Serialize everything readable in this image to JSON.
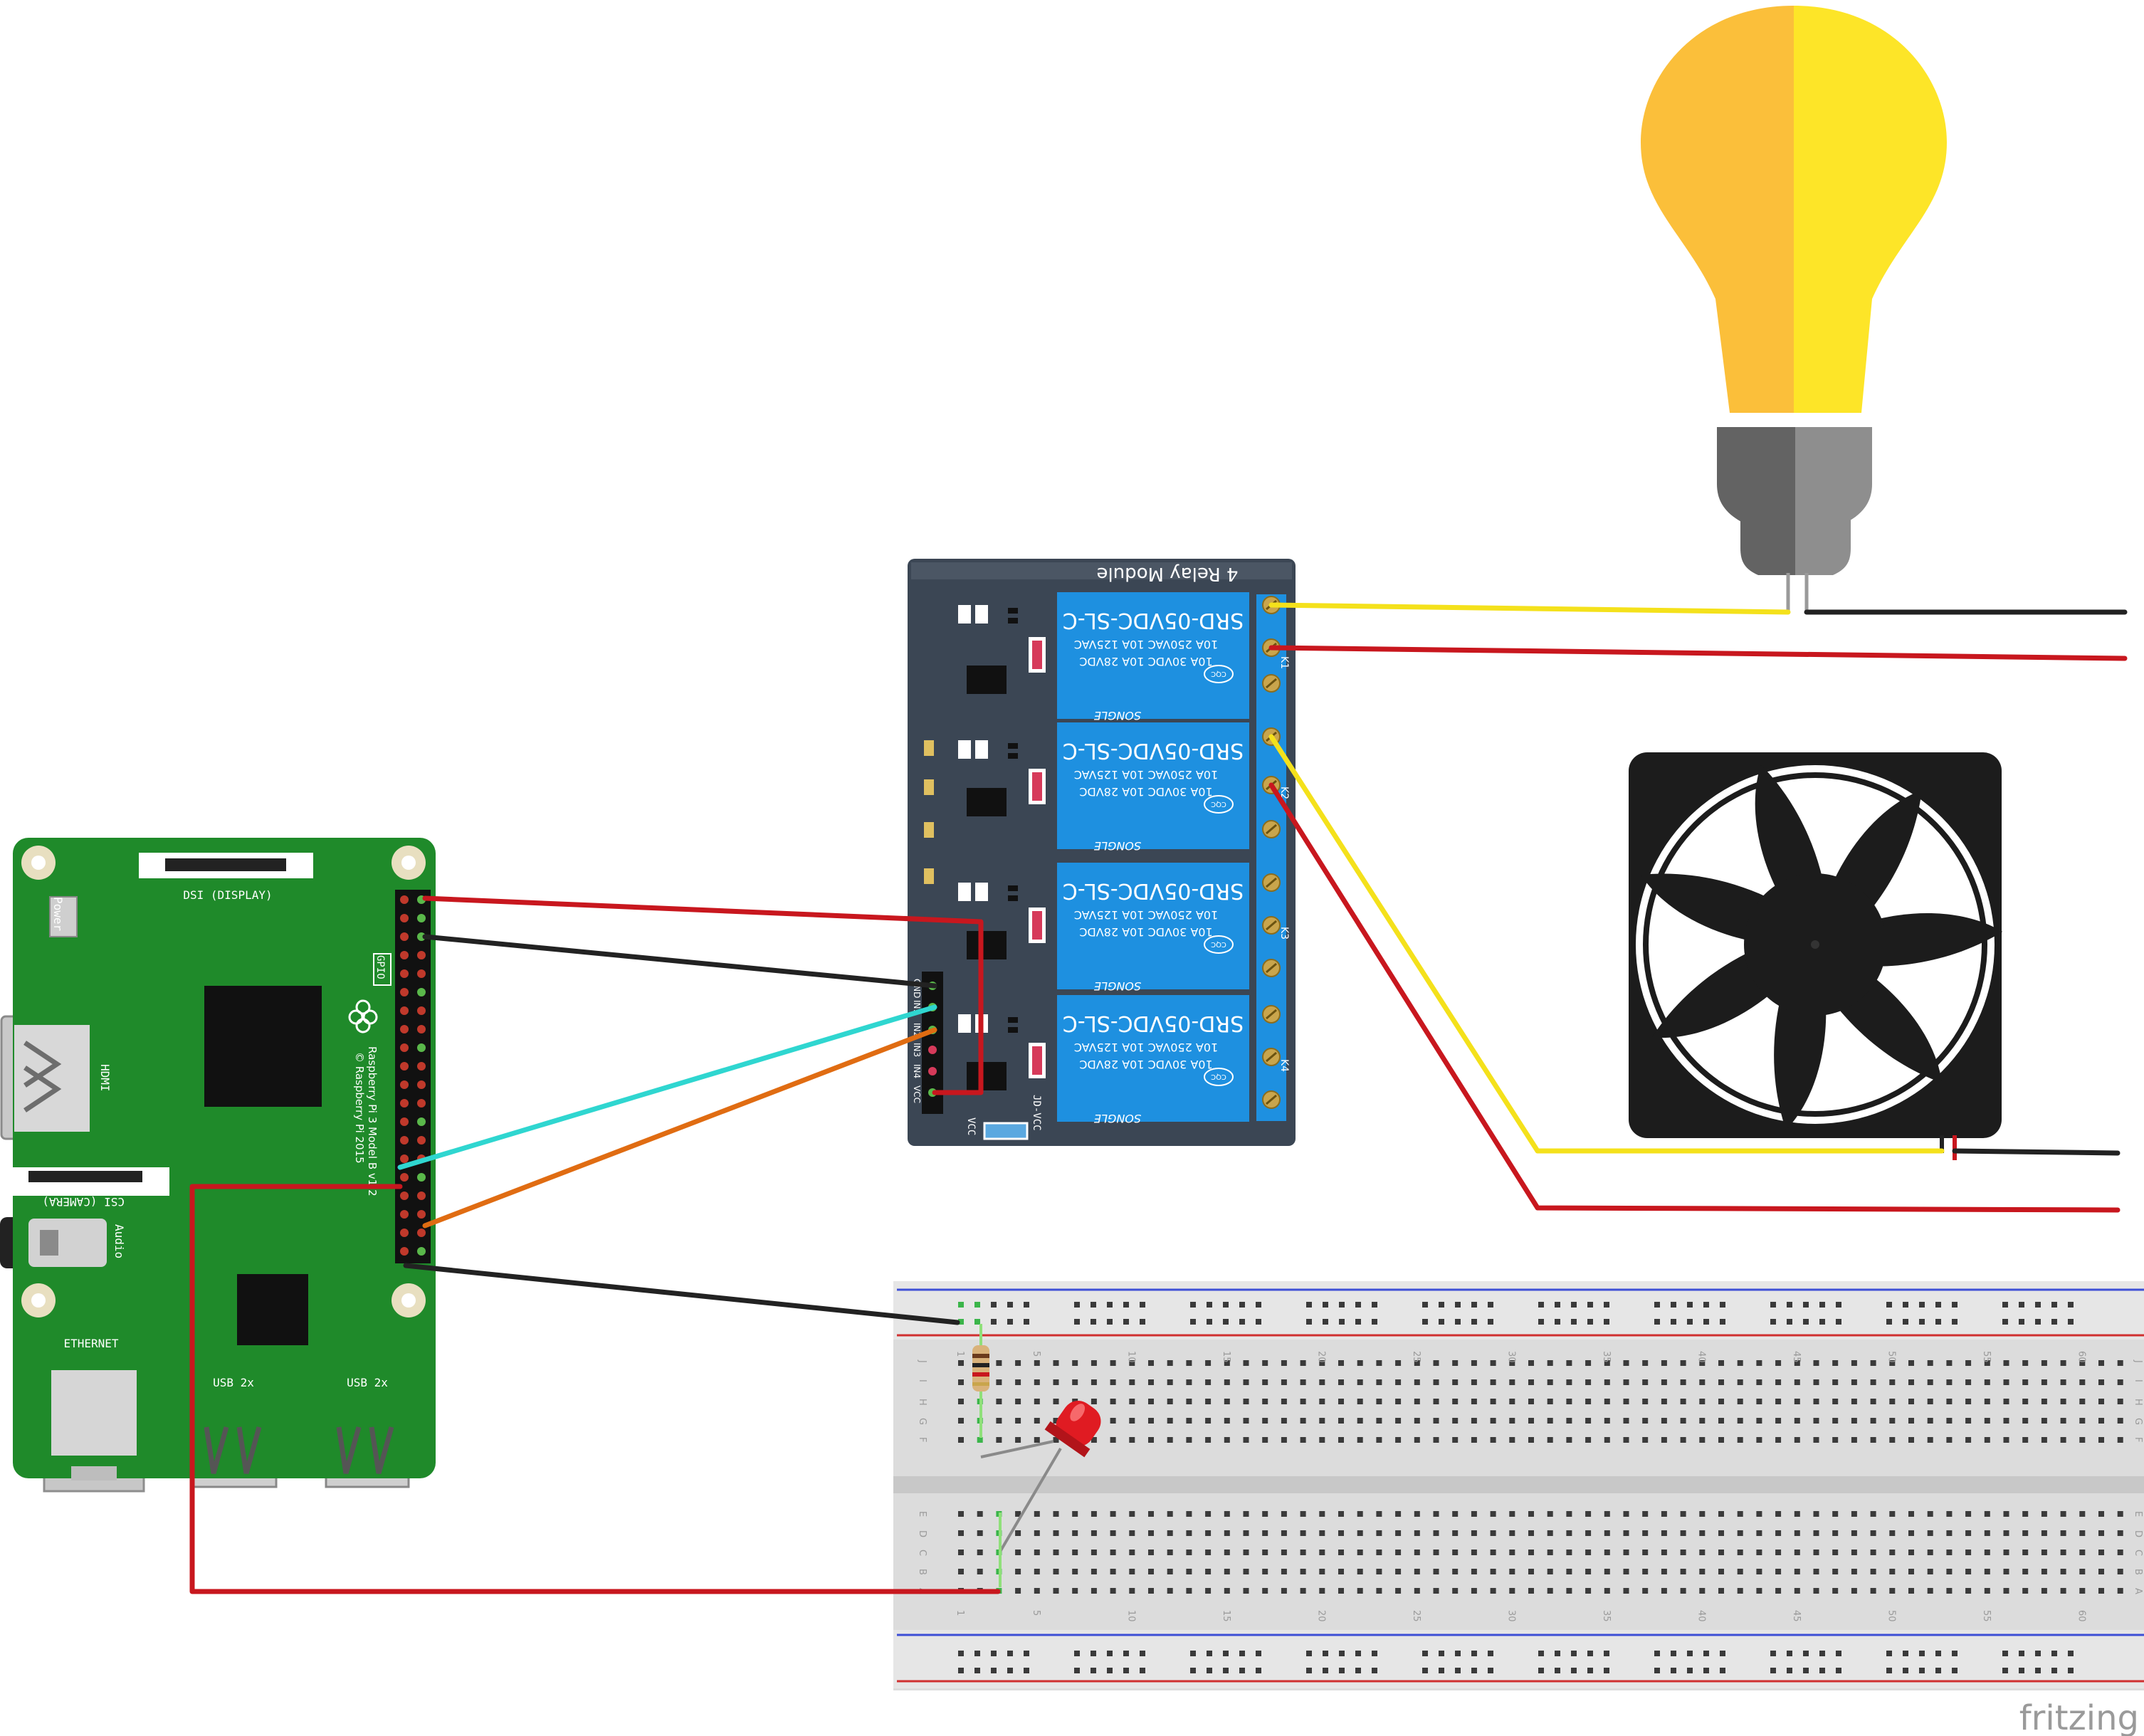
{
  "raspberry_pi": {
    "dsi_label": "DSI (DISPLAY)",
    "power_label": "Power",
    "hdmi_label": "HDMI",
    "gpio_label": "GPIO",
    "csi_label": "CSI (CAMERA)",
    "audio_label": "Audio",
    "ethernet_label": "ETHERNET",
    "usb_label_1": "USB 2x",
    "usb_label_2": "USB 2x",
    "model_line1": "Raspberry Pi 3 Model B v1.2",
    "model_line2": "© Raspberry Pi 2015",
    "board_color": "#1f8a2a"
  },
  "relay_module": {
    "title": "4 Relay Module",
    "relays": [
      {
        "model": "SRD-05VDC-SL-C",
        "rating1": "10A 250VAC  10A 125VAC",
        "rating2": "10A  30VDC  10A  28VDC",
        "brand": "SONGLE",
        "mark": "CQC",
        "id": "K1"
      },
      {
        "model": "SRD-05VDC-SL-C",
        "rating1": "10A 250VAC  10A 125VAC",
        "rating2": "10A  30VDC  10A  28VDC",
        "brand": "SONGLE",
        "mark": "CQC",
        "id": "K2"
      },
      {
        "model": "SRD-05VDC-SL-C",
        "rating1": "10A 250VAC  10A 125VAC",
        "rating2": "10A  30VDC  10A  28VDC",
        "brand": "SONGLE",
        "mark": "CQC",
        "id": "K3"
      },
      {
        "model": "SRD-05VDC-SL-C",
        "rating1": "10A 250VAC  10A 125VAC",
        "rating2": "10A  30VDC  10A  28VDC",
        "brand": "SONGLE",
        "mark": "CQC",
        "id": "K4"
      }
    ],
    "pins": [
      "GND",
      "IN1",
      "IN2",
      "IN3",
      "IN4",
      "VCC"
    ],
    "jd_vcc": "JD-VCC",
    "vcc": "VCC",
    "board_color": "#3b4654",
    "relay_color": "#1e90e0"
  },
  "breadboard": {
    "row_letters_top": [
      "J",
      "I",
      "H",
      "G",
      "F"
    ],
    "row_letters_bottom": [
      "E",
      "D",
      "C",
      "B",
      "A"
    ],
    "column_numbers": [
      "1",
      "5",
      "10",
      "15",
      "20",
      "25",
      "30",
      "35",
      "40",
      "45",
      "50",
      "55",
      "60"
    ]
  },
  "watermark": "fritzing",
  "colors": {
    "wire_red": "#c8171e",
    "wire_black": "#222222",
    "wire_yellow": "#f4e11b",
    "wire_cyan": "#2fd6d0",
    "wire_orange": "#e06c12",
    "bulb_left": "#fbbf3a",
    "bulb_right": "#fde528"
  }
}
